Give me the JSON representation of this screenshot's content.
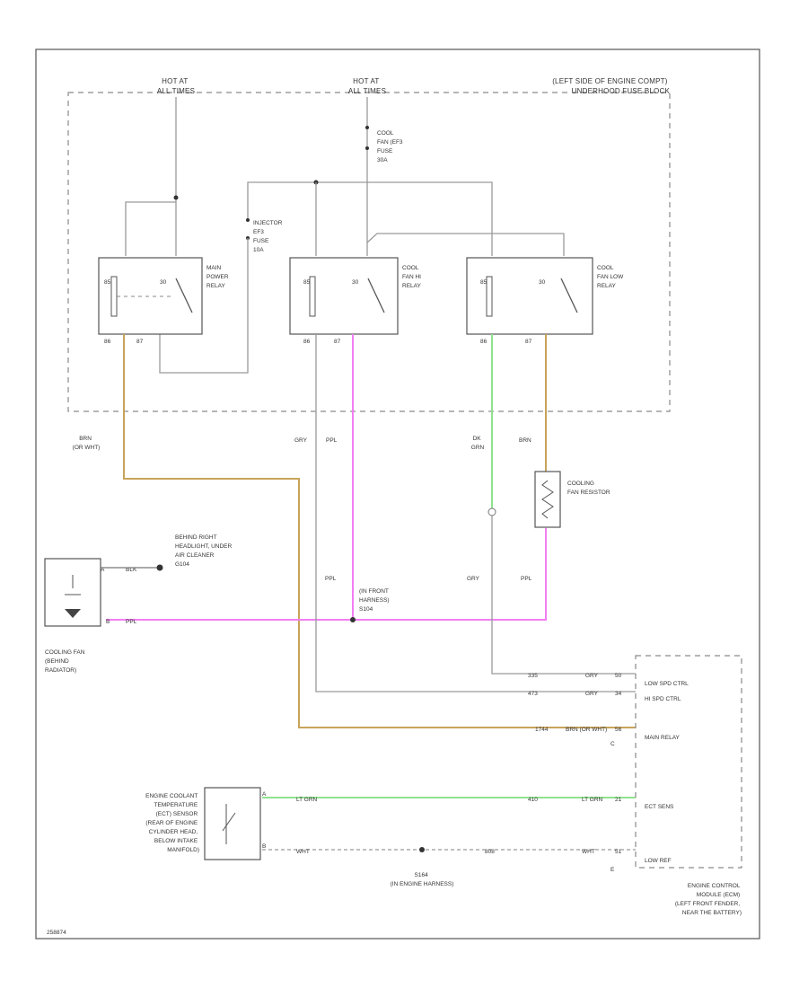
{
  "colors": {
    "tan": "#c8a35a",
    "pink": "#f27ef2",
    "green": "#8fe28f",
    "gray": "#9a9a9a"
  },
  "top": {
    "hot_at_1": [
      "HOT AT",
      "ALL TIMES"
    ],
    "hot_at_2": [
      "HOT AT",
      "ALL TIMES"
    ],
    "fuse_block": [
      "(LEFT SIDE OF ENGINE COMPT)",
      "UNDERHOOD FUSE BLOCK"
    ],
    "cool_fan_fuse": [
      "COOL",
      "FAN (EF3",
      "FUSE",
      "30A"
    ],
    "injector_fuse": [
      "INJECTOR",
      "EF3",
      "FUSE",
      "10A"
    ]
  },
  "relays": {
    "main_power": {
      "label": [
        "MAIN",
        "POWER",
        "RELAY"
      ],
      "pins": [
        "30",
        "85",
        "86",
        "87"
      ]
    },
    "cool_fan_hi": {
      "label": [
        "COOL",
        "FAN HI",
        "RELAY"
      ],
      "pins": [
        "30",
        "85",
        "86",
        "87"
      ]
    },
    "cool_fan_low": {
      "label": [
        "COOL",
        "FAN LOW",
        "RELAY"
      ],
      "pins": [
        "30",
        "85",
        "86",
        "87"
      ]
    }
  },
  "wires": {
    "brn_left": [
      "BRN",
      "(OR WHT)"
    ],
    "gry_1": "GRY",
    "ppl_1": "PPL",
    "dk_grn": [
      "DK",
      "GRN"
    ],
    "brn_right": "BRN",
    "ppl_2": "PPL",
    "gry_2": "GRY",
    "ppl_3": "PPL"
  },
  "resistor": [
    "COOLING",
    "FAN RESISTOR"
  ],
  "ground_label": [
    "BEHIND RIGHT",
    "HEADLIGHT, UNDER",
    "AIR CLEANER",
    "G104"
  ],
  "splice_label": [
    "(IN FRONT",
    "HARNESS)",
    "S104"
  ],
  "cooling_fan": [
    "COOLING FAN",
    "(BEHIND",
    "RADIATOR)"
  ],
  "fan_connector": {
    "pin_a": "A",
    "pin_b": "B",
    "wire_a": "BLK",
    "wire_b": "PPL"
  },
  "ecm": {
    "low_spd": "LOW SPD CTRL",
    "hi_spd": "HI SPD CTRL",
    "main_relay": "MAIN RELAY",
    "ect_sens": "ECT SENS",
    "low_ref": "LOW REF",
    "label": [
      "ENGINE CONTROL",
      "MODULE (ECM)",
      "(LEFT FRONT FENDER,",
      "NEAR THE BATTERY)"
    ],
    "rows": [
      {
        "circuit": "335",
        "color": "GRY",
        "pin": "50"
      },
      {
        "circuit": "473",
        "color": "GRY",
        "pin": "34"
      },
      {
        "circuit": "1744",
        "color": "BRN\n(OR WHT)",
        "pin": "56"
      },
      {
        "circuit": "410",
        "color": "LT GRN",
        "pin": "21"
      },
      {
        "circuit": "808",
        "color": "WHT",
        "pin": "51"
      }
    ],
    "conn_c": "C",
    "conn_e": "E"
  },
  "ect_sensor": [
    "ENGINE COOLANT",
    "TEMPERATURE",
    "(ECT) SENSOR",
    "(REAR OF ENGINE",
    "CYLINDER HEAD,",
    "BELOW INTAKE",
    "MANIFOLD)"
  ],
  "ect_wires": {
    "a": "LT GRN",
    "b": "WHT",
    "pin_a": "A",
    "pin_b": "B"
  },
  "splice_g": {
    "circuit": "808",
    "label": [
      "S164",
      "(IN ENGINE HARNESS)"
    ]
  },
  "code": "258874"
}
